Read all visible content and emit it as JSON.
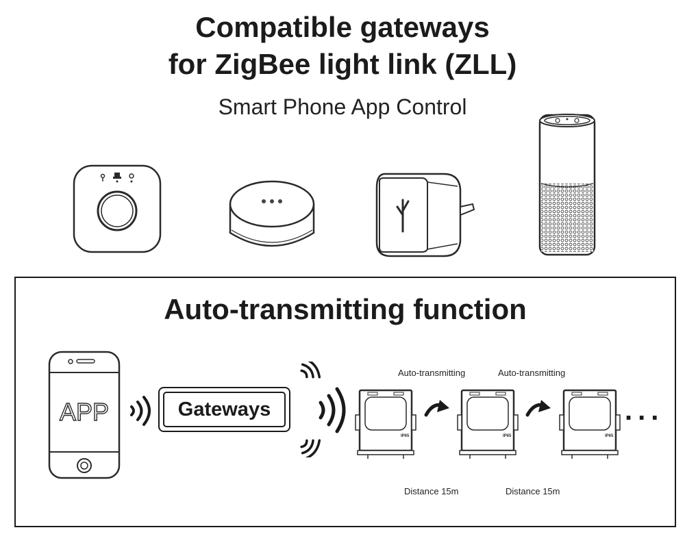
{
  "header": {
    "title_line1": "Compatible gateways",
    "title_line2": "for ZigBee light link (ZLL)",
    "subtitle": "Smart Phone App Control"
  },
  "gateway_devices": [
    {
      "name": "square-hub-icon"
    },
    {
      "name": "round-speaker-icon"
    },
    {
      "name": "plug-gateway-icon"
    },
    {
      "name": "tall-smart-speaker-icon"
    }
  ],
  "diagram": {
    "title": "Auto-transmitting function",
    "phone_label": "APP",
    "gateway_label": "Gateways",
    "transmit_labels": [
      "Auto-transmitting",
      "Auto-transmitting"
    ],
    "distance_labels": [
      "Distance 15m",
      "Distance 15m"
    ],
    "floodlight_rating": "IP65",
    "continuation": "..."
  }
}
